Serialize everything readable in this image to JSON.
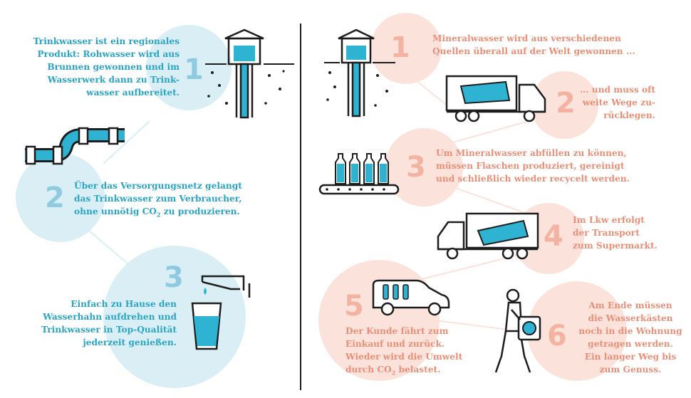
{
  "left": {
    "steps": [
      {
        "number": "1",
        "lines": [
          "Trinkwasser ist ein regionales",
          "Produkt: Rohwasser wird aus",
          "Brunnen gewonnen und im",
          "Wasserwerk dann zu Trink-",
          "wasser aufbereitet."
        ]
      },
      {
        "number": "2",
        "lines": [
          "Über das Versorgungsnetz gelangt",
          "das Trinkwasser zum Verbraucher,",
          "ohne unnötig CO",
          "2",
          " zu produzieren."
        ]
      },
      {
        "number": "3",
        "lines": [
          "Einfach zu Hause den",
          "Wasserhahn aufdrehen und",
          "Trinkwasser in Top-Qualität",
          "jederzeit genießen."
        ]
      }
    ]
  },
  "right": {
    "steps": [
      {
        "number": "1",
        "lines": [
          "Mineralwasser wird aus verschiedenen",
          "Quellen überall auf der Welt gewonnen ..."
        ]
      },
      {
        "number": "2",
        "lines": [
          "... und muss oft",
          "weite Wege zu-",
          "rücklegen."
        ]
      },
      {
        "number": "3",
        "lines": [
          "Um Mineralwasser abfüllen zu können,",
          "müssen Flaschen produziert, gereinigt",
          "und schließlich wieder recycelt werden."
        ]
      },
      {
        "number": "4",
        "lines": [
          "Im Lkw erfolgt",
          "der Transport",
          "zum Supermarkt."
        ]
      },
      {
        "number": "5",
        "lines": [
          "Der Kunde fährt zum",
          "Einkauf und zurück.",
          "Wieder wird die Umwelt",
          "durch CO",
          "2",
          " belastet."
        ]
      },
      {
        "number": "6",
        "lines": [
          "Am Ende müssen",
          "die Wasserkästen",
          "noch in die Wohnung",
          "getragen werden.",
          "Ein langer Weg bis",
          "zum Genuss."
        ]
      }
    ]
  },
  "colors": {
    "blue_text": "#2aa5c5",
    "blue_circle": "#d9eef5",
    "pink_text": "#ea8f77",
    "pink_circle": "#fbe3dc",
    "water": "#2fb3d3",
    "ink": "#1d1d1d"
  }
}
